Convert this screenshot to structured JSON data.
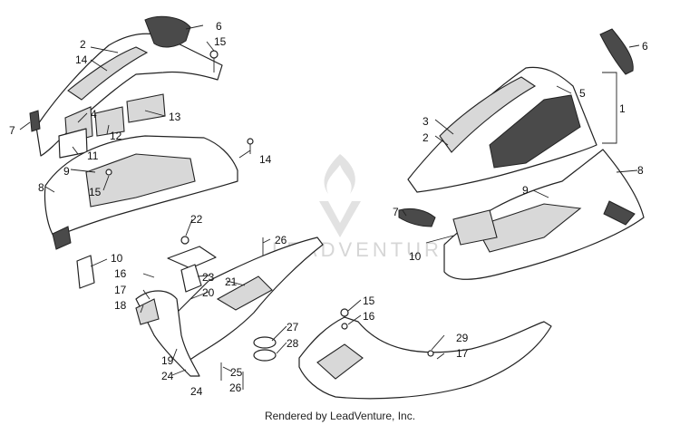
{
  "watermark": {
    "text": "LEADVENTURE"
  },
  "footer": {
    "credit": "Rendered by LeadVenture, Inc."
  },
  "colors": {
    "line": "#222222",
    "shade": "#d8d8d8",
    "watermark": "#d6d6d6"
  },
  "callouts": [
    "1",
    "2",
    "2",
    "3",
    "4",
    "5",
    "6",
    "6",
    "7",
    "7",
    "8",
    "8",
    "9",
    "9",
    "10",
    "10",
    "11",
    "12",
    "13",
    "14",
    "14",
    "15",
    "15",
    "15",
    "16",
    "16",
    "17",
    "17",
    "18",
    "19",
    "20",
    "21",
    "22",
    "23",
    "24",
    "24",
    "25",
    "26",
    "26",
    "27",
    "28",
    "29"
  ]
}
